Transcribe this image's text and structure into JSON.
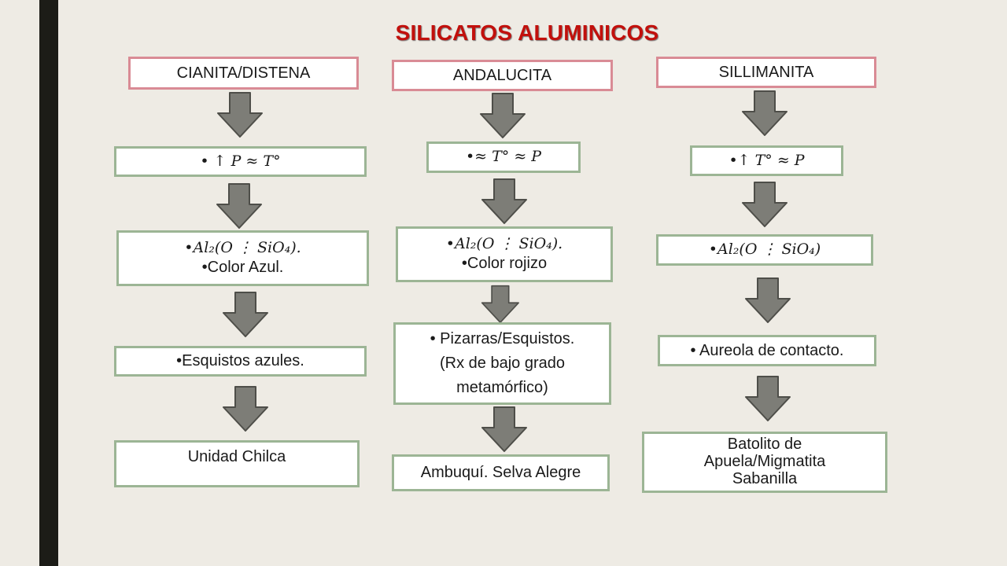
{
  "title": "SILICATOS ALUMINICOS",
  "colors": {
    "title": "#c2100c",
    "pink_border": "#d98b95",
    "green_border": "#9cb595",
    "arrow_fill": "#7d7d77"
  },
  "columns": [
    {
      "header": "CIANITA/DISTENA",
      "conditions": "• ↑ 𝑃     ≈ 𝑇°",
      "formula": "•𝐴𝑙₂(𝑂 ⋮ 𝑆𝑖𝑂₄).",
      "color_note": "•Color Azul.",
      "rocks": "•Esquistos azules.",
      "location": "Unidad Chilca"
    },
    {
      "header": "ANDALUCITA",
      "conditions": "•≈ 𝑇°    ≈ 𝑃",
      "formula": "•𝐴𝑙₂(𝑂 ⋮ 𝑆𝑖𝑂₄).",
      "color_note": "•Color rojizo",
      "rocks_line1": "• Pizarras/Esquistos.",
      "rocks_line2": "(Rx de bajo grado",
      "rocks_line3": "metamórfico)",
      "location": "Ambuquí. Selva Alegre"
    },
    {
      "header": "SILLIMANITA",
      "conditions": "•↑ 𝑇°    ≈ 𝑃",
      "formula": "•𝐴𝑙₂(𝑂 ⋮ 𝑆𝑖𝑂₄)",
      "rocks": "• Aureola de contacto.",
      "location_line1": "Batolito de",
      "location_line2": "Apuela/Migmatita",
      "location_line3": "Sabanilla"
    }
  ]
}
